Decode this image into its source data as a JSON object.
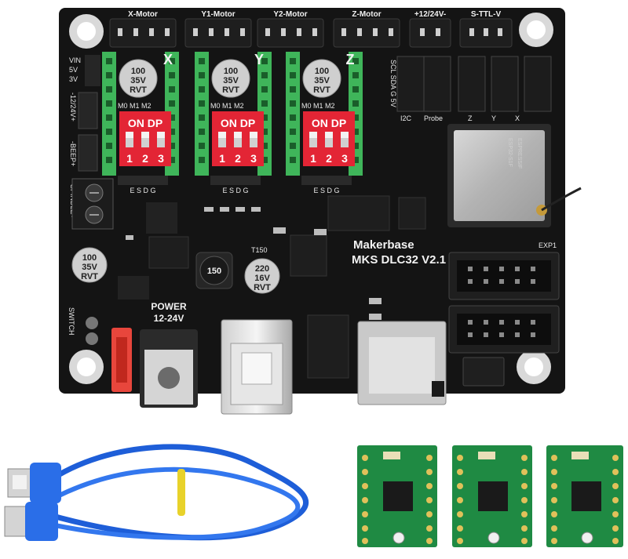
{
  "board": {
    "brand": "Makerbase",
    "model": "MKS DLC32 V2.1",
    "motor_headers": [
      "X-Motor",
      "Y1-Motor",
      "Y2-Motor",
      "Z-Motor",
      "+12/24V-",
      "S-TTL-V"
    ],
    "axis_letters": [
      "X",
      "Y",
      "Z"
    ],
    "dip_label": "ON DP",
    "dip_numbers": [
      "1",
      "2",
      "3"
    ],
    "driver_bottom_pins": "E S D G",
    "driver_top_pins": "M0 M1 M2",
    "cap_main": [
      "100",
      "35V",
      "RVT"
    ],
    "cap_small": [
      "220",
      "16V",
      "RVT"
    ],
    "left_labels": {
      "vin": "VIN",
      "v5": "5V",
      "v3": "3V",
      "fan": "-12/24V+",
      "beep": "-BEEP+",
      "spindle": "-SPINDLE+",
      "switch": "SWITCH"
    },
    "right_labels": {
      "i2c": "I2C",
      "probe": "Probe",
      "z": "Z",
      "y": "Y",
      "x": "X",
      "i2c_pins": "SCL SDA G 5V",
      "exp1": "EXP1"
    },
    "power": [
      "POWER",
      "12-24V"
    ],
    "inductor": "150",
    "t150": "T150",
    "esp_module": "ESP32-S1F",
    "esp_small": "ESPRESSIF"
  },
  "accessories": {
    "cable": "usb-cable",
    "driver_count": 3
  },
  "colors": {
    "pcb": "#141414",
    "dip": "#e32535",
    "header_green": "#3fb55a",
    "cable": "#1e5ed8",
    "driver_pcb": "#1f8a43"
  }
}
